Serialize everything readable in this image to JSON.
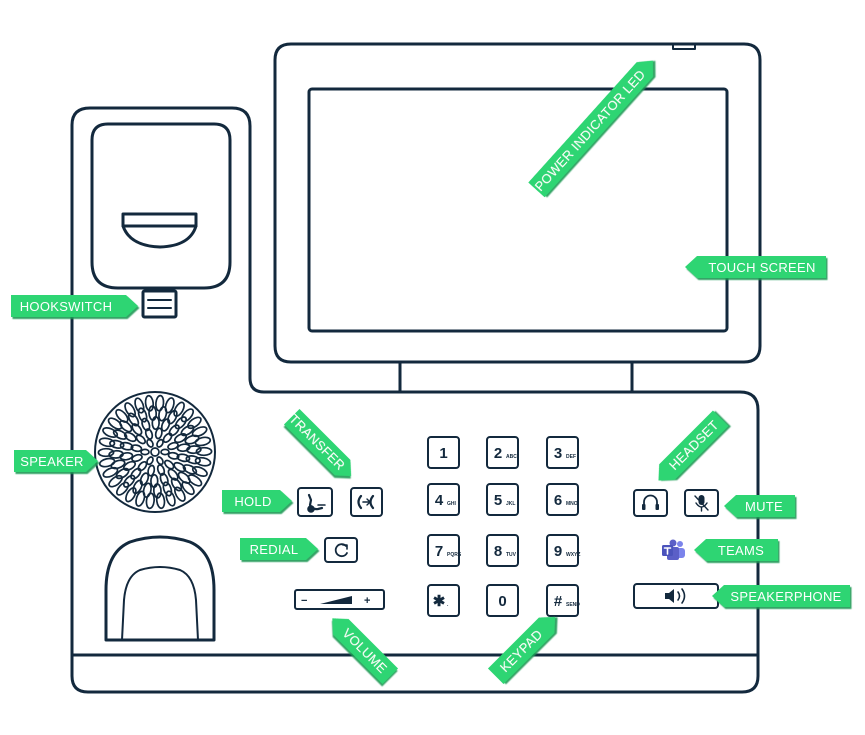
{
  "colors": {
    "outline": "#13293d",
    "label_bg": "#2ed573",
    "label_shadow": "#1a9a55",
    "label_text": "#ffffff",
    "teams_icon": "#5b5fc7"
  },
  "labels": {
    "power_led": "POWER INDICATOR LED",
    "touch_screen": "TOUCH SCREEN",
    "hookswitch": "HOOKSWITCH",
    "speaker": "SPEAKER",
    "transfer": "TRANSFER",
    "hold": "HOLD",
    "redial": "REDIAL",
    "volume": "VOLUME",
    "keypad": "KEYPAD",
    "headset": "HEADSET",
    "mute": "MUTE",
    "teams": "TEAMS",
    "speakerphone": "SPEAKERPHONE"
  },
  "keypad": [
    {
      "main": "1",
      "sub": ""
    },
    {
      "main": "2",
      "sub": "ABC"
    },
    {
      "main": "3",
      "sub": "DEF"
    },
    {
      "main": "4",
      "sub": "GHI"
    },
    {
      "main": "5",
      "sub": "JKL"
    },
    {
      "main": "6",
      "sub": "MNO"
    },
    {
      "main": "7",
      "sub": "PQRS"
    },
    {
      "main": "8",
      "sub": "TUV"
    },
    {
      "main": "9",
      "sub": "WXYZ"
    },
    {
      "main": "✱",
      "sub": "."
    },
    {
      "main": "0",
      "sub": ""
    },
    {
      "main": "#",
      "sub": "SEND"
    }
  ],
  "volume": {
    "minus": "−",
    "plus": "+"
  },
  "icons": {
    "hold": "hold-icon",
    "transfer": "transfer-icon",
    "redial": "redial-icon",
    "headset": "headset-icon",
    "mute": "mute-icon",
    "teams": "teams-icon",
    "speakerphone": "speakerphone-icon"
  }
}
